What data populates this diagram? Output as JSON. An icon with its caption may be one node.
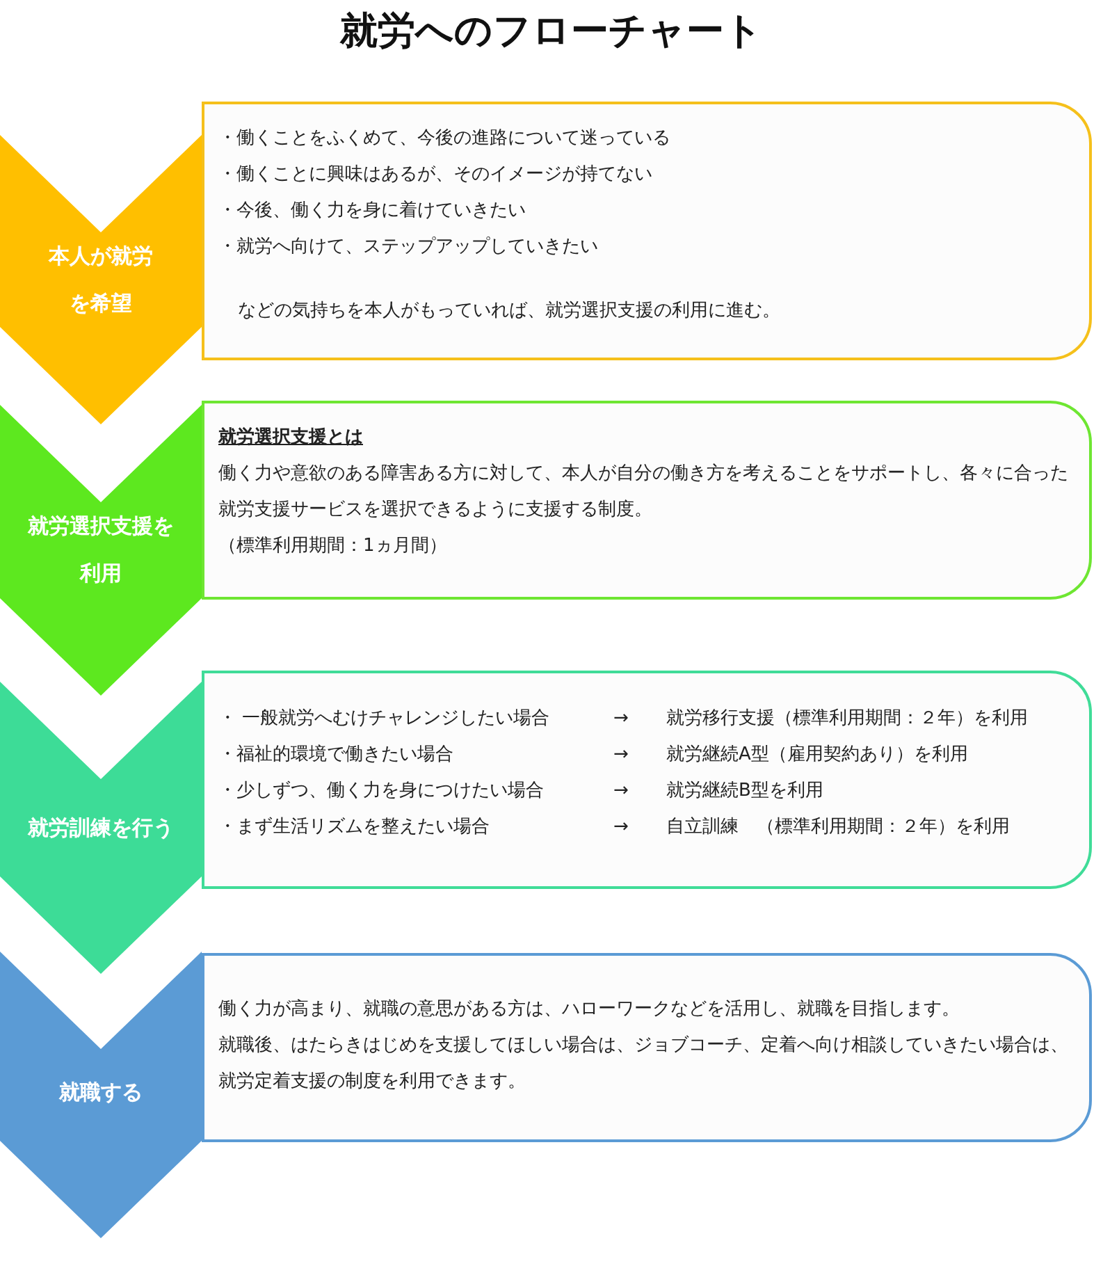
{
  "diagram": {
    "title": "就労へのフローチャート",
    "nodes": [
      {
        "text": [
          "本人が就労を希望"
        ]
      },
      {
        "text": [
          "・働くことをふくめて、今後の進路について迷っている",
          "・働くことに興味はあるが、そのイメージが持てない",
          "・今後、働く力を身に着けていきたい",
          "・就労へ向けて、ステップアップしていきたい",
          "などの気持ちを本人がもっていれば、就労選択支援の利用に進む。"
        ]
      },
      {
        "text": [
          "就労選択支援を利用"
        ]
      },
      {
        "text": [
          "就労選択支援とは",
          "働く力や意欲のある障害ある方に対して、本人が自分の働き方を考えることをサポートし、各々に合った就労支援サービスを選択できるように支援する制度。",
          "（標準利用期間：1ヵ月間）"
        ]
      },
      {
        "text": [
          "就労訓練を行う"
        ]
      },
      {
        "text": [
          "・ 一般就労へむけチャレンジしたい場合",
          "→",
          "就労移行支援（標準利用期間：２年）を利用",
          "・福祉的環境で働きたい場合",
          "→",
          "就労継続A型（雇用契約あり）を利用",
          "・少しずつ、働く力を身につけたい場合",
          "→",
          "就労継続B型を利用",
          "・まず生活リズムを整えたい場合",
          "→",
          "自立訓練　（標準利用期間：２年）を利用"
        ]
      },
      {
        "text": [
          "就職する"
        ]
      },
      {
        "text": [
          "働く力が高まり、就職の意思がある方は、ハローワークなどを活用し、就職を目指します。",
          "就職後、はたらきはじめを支援してほしい場合は、ジョブコーチ、定着へ向け相談していきたい場合は、就労定着支援の制度を利用できます。"
        ]
      }
    ]
  }
}
